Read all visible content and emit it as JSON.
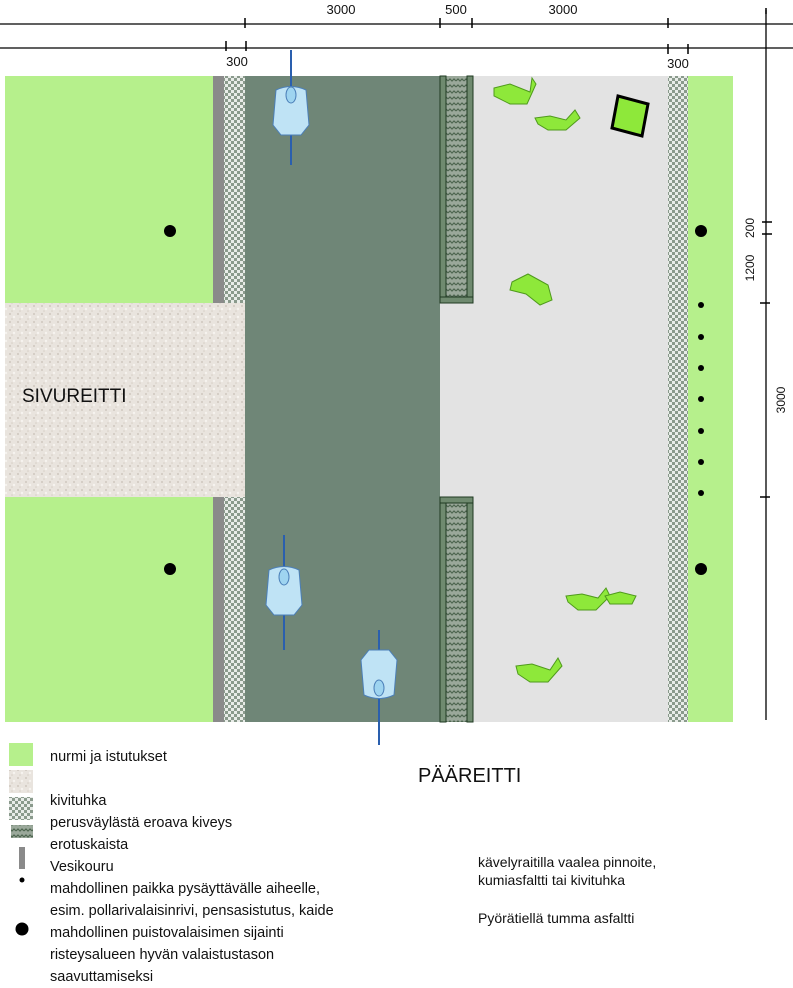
{
  "dimensions": {
    "top_row": [
      "3000",
      "500",
      "3000"
    ],
    "second_row": [
      "300",
      "300"
    ],
    "right_column": [
      "200",
      "1200",
      "3000"
    ]
  },
  "labels": {
    "side_route": "SIVUREITTI",
    "main_route": "PÄÄREITTI"
  },
  "legend": [
    {
      "text": "nurmi ja istutukset",
      "swatch": "grass"
    },
    {
      "text": "",
      "swatch": "sand"
    },
    {
      "text": "kivituhka",
      "swatch": "checker"
    },
    {
      "text": "perusväylästä eroava kiveys",
      "swatch": "paving"
    },
    {
      "text": "erotuskaista",
      "swatch": "none"
    },
    {
      "text": "Vesikouru",
      "swatch": "gutter"
    },
    {
      "text": "mahdollinen paikka pysäyttävälle aiheelle,",
      "swatch": "small-dot"
    },
    {
      "text": "esim. pollarivalaisinrivi, pensasistutus, kaide",
      "swatch": "none"
    },
    {
      "text": "mahdollinen puistovalaisimen sijainti",
      "swatch": "large-dot"
    },
    {
      "text": "risteysalueen hyvän valaistustason",
      "swatch": "none"
    },
    {
      "text": "saavuttamiseksi",
      "swatch": "none"
    }
  ],
  "notes": [
    "kävelyraitilla vaalea pinnoite,",
    "kumiasfaltti tai kivituhka",
    "Pyörätiellä tumma asfaltti"
  ],
  "colors": {
    "grass": "#b6f08c",
    "asphalt": "#6f8677",
    "walkway": "#e3e3e3",
    "gutter": "#8a8a8a",
    "person": "#8ee83a",
    "cyclist": "#bfe3f5"
  }
}
